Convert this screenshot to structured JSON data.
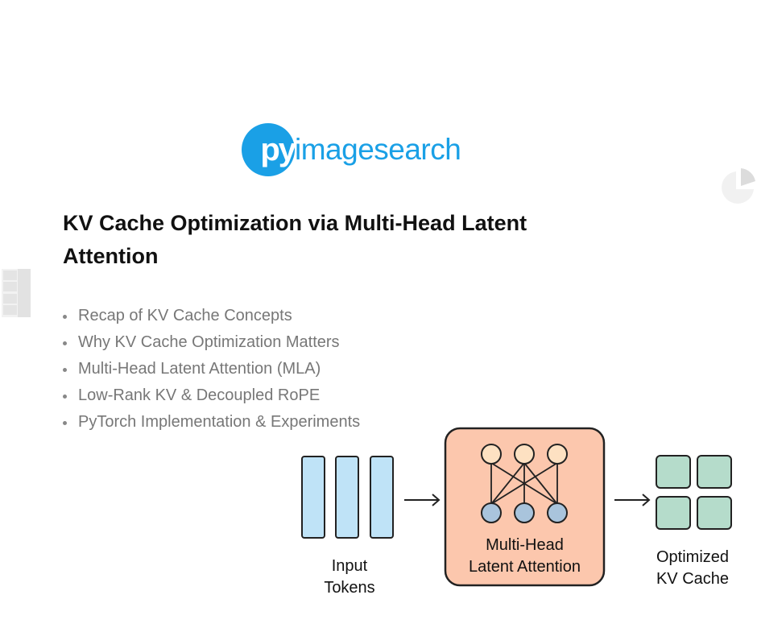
{
  "logo": {
    "mark": "py",
    "word": "imagesearch",
    "color": "#1aa0e6"
  },
  "title": "KV Cache Optimization via Multi-Head Latent Attention",
  "bullets": [
    "Recap of KV Cache Concepts",
    "Why KV Cache Optimization Matters",
    "Multi-Head Latent Attention (MLA)",
    "Low-Rank KV & Decoupled RoPE",
    "PyTorch Implementation & Experiments"
  ],
  "diagram": {
    "input_label_1": "Input",
    "input_label_2": "Tokens",
    "mla_label_1": "Multi-Head",
    "mla_label_2": "Latent Attention",
    "output_label_1": "Optimized",
    "output_label_2": "KV Cache",
    "colors": {
      "token": "#bfe3f7",
      "mla_box": "#fcc7ad",
      "top_node": "#fde1c2",
      "bottom_node": "#a9c4dc",
      "cache": "#b5dccb"
    }
  }
}
